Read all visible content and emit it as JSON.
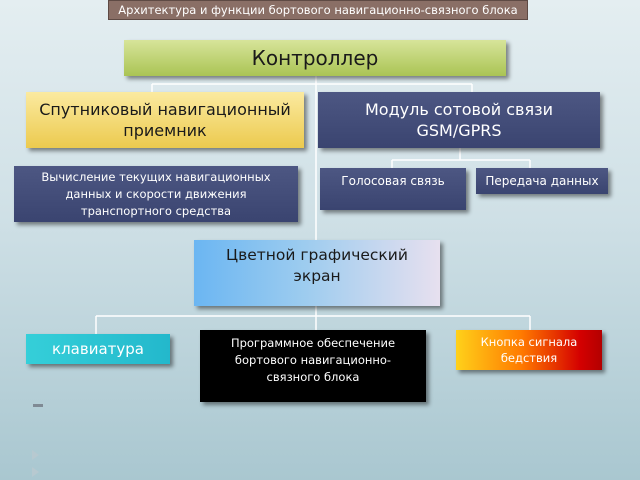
{
  "title": "Архитектура и функции бортового навигационно-связного  блока",
  "nodes": {
    "controller": "Контроллер",
    "satellite_receiver": "Спутниковый навигационный приемник",
    "gsm_module": "Модуль сотовой связи GSM/GPRS",
    "navigation_compute": "Вычисление  текущих навигационных данных и скорости движения транспортного средства",
    "voice": "Голосовая связь",
    "data_transfer": "Передача данных",
    "color_screen": "Цветной графический экран",
    "keyboard": "клавиатура",
    "software": "Программное обеспечение бортового навигационно-связного блока",
    "alarm_button": "Кнопка сигнала бедствия"
  },
  "colors": {
    "title_bar": "#8a6f66",
    "controller": "#aac454",
    "satellite_receiver": "#ecca4e",
    "navy_boxes": "#3a4470",
    "keyboard": "#23b8cc",
    "software": "#000000",
    "alarm_button": "#d40000",
    "connectors": "#ffffff"
  }
}
